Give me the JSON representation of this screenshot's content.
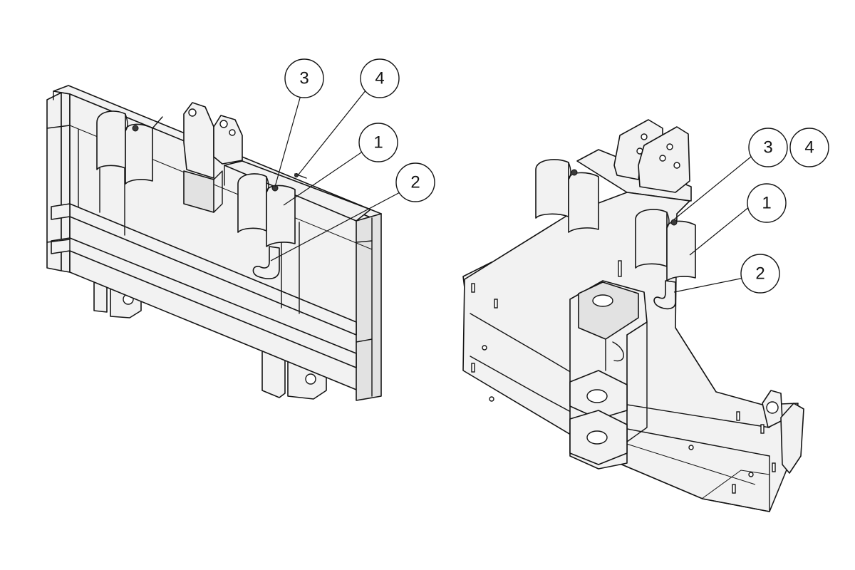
{
  "balloons": {
    "left_view": {
      "callout_1": "1",
      "callout_2": "2",
      "callout_3": "3",
      "callout_4": "4"
    },
    "right_view": {
      "callout_1": "1",
      "callout_2": "2",
      "callout_3": "3",
      "callout_4": "4"
    }
  },
  "colors": {
    "line": "#141414",
    "part_fill": "#f2f2f2",
    "background": "#ffffff"
  }
}
